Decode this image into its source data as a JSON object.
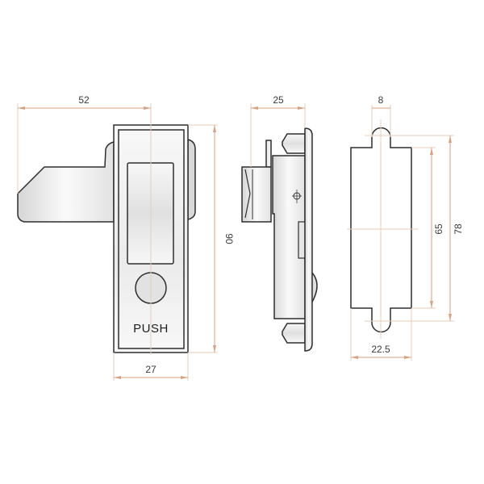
{
  "drawing": {
    "title": "Push button cabinet lock technical drawing",
    "colors": {
      "outline": "#2e2e2e",
      "dimension": "#d9a27f",
      "centerline": "#e8cdb8",
      "fill_light": "#f4f4f4",
      "fill_mid": "#d8d8d8",
      "text": "#3a3a3a"
    },
    "views": {
      "front": {
        "label_text": "PUSH",
        "dimensions": {
          "overall_width": "52",
          "body_width": "27",
          "height": "90"
        }
      },
      "side": {
        "dimensions": {
          "depth": "25"
        }
      },
      "cutout": {
        "dimensions": {
          "tab_width": "8",
          "width": "22.5",
          "inner_height": "65",
          "outer_height": "78"
        }
      }
    }
  }
}
